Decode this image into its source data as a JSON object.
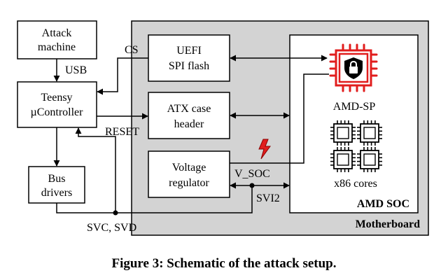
{
  "boxes": {
    "attack_machine": [
      "Attack",
      "machine"
    ],
    "teensy": [
      "Teensy",
      "µController"
    ],
    "bus_drivers": [
      "Bus",
      "drivers"
    ],
    "uefi": [
      "UEFI",
      "SPI flash"
    ],
    "atx": [
      "ATX case",
      "header"
    ],
    "voltage": [
      "Voltage",
      "regulator"
    ]
  },
  "labels": {
    "usb": "USB",
    "cs": "CS",
    "reset": "RESET",
    "v_soc": "V_SOC",
    "svi2": "SVI2",
    "svc_svd": "SVC, SVD",
    "amd_sp": "AMD-SP",
    "x86_cores": "x86 cores",
    "amd_soc": "AMD SOC",
    "motherboard": "Motherboard"
  },
  "colors": {
    "motherboard_bg": "#d3d3d3",
    "amd_sp_red": "#e11d1d",
    "glitch_red": "#e11d1d"
  },
  "icons": [
    "amd-sp-chip-lock-icon",
    "cpu-core-icon",
    "glitch-bolt-icon"
  ],
  "caption": "Figure 3: Schematic of the attack setup."
}
